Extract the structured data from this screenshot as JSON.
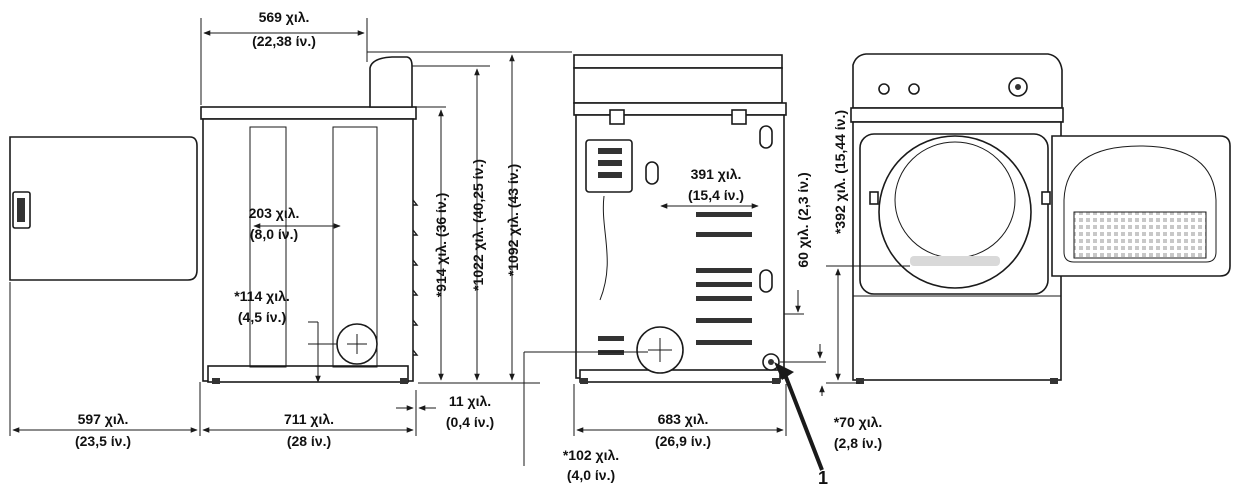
{
  "dimensions": {
    "d569": {
      "mm": "569 χιλ.",
      "in": "(22,38 ίν.)"
    },
    "d203": {
      "mm": "203 χιλ.",
      "in": "(8,0 ίν.)"
    },
    "d114": {
      "mm": "*114 χιλ.",
      "in": "(4,5 ίν.)"
    },
    "d597": {
      "mm": "597 χιλ.",
      "in": "(23,5 ίν.)"
    },
    "d711": {
      "mm": "711 χιλ.",
      "in": "(28 ίν.)"
    },
    "d11": {
      "mm": "11 χιλ.",
      "in": "(0,4 ίν.)"
    },
    "d914": {
      "label": "*914 χιλ. (36 ίν.)"
    },
    "d1022": {
      "label": "*1022 χιλ. (40,25 ίν.)"
    },
    "d1092": {
      "label": "*1092 χιλ. (43 ίν.)"
    },
    "d391": {
      "mm": "391 χιλ.",
      "in": "(15,4 ίν.)"
    },
    "d60": {
      "label": "60 χιλ. (2,3 ίν.)"
    },
    "d683": {
      "mm": "683 χιλ.",
      "in": "(26,9 ίν.)"
    },
    "d102": {
      "mm": "*102 χιλ.",
      "in": "(4,0 ίν.)"
    },
    "d392": {
      "label": "*392 χιλ. (15,44 ίν.)"
    },
    "d70": {
      "mm": "*70 χιλ.",
      "in": "(2,8 ίν.)"
    }
  },
  "callout": "1"
}
